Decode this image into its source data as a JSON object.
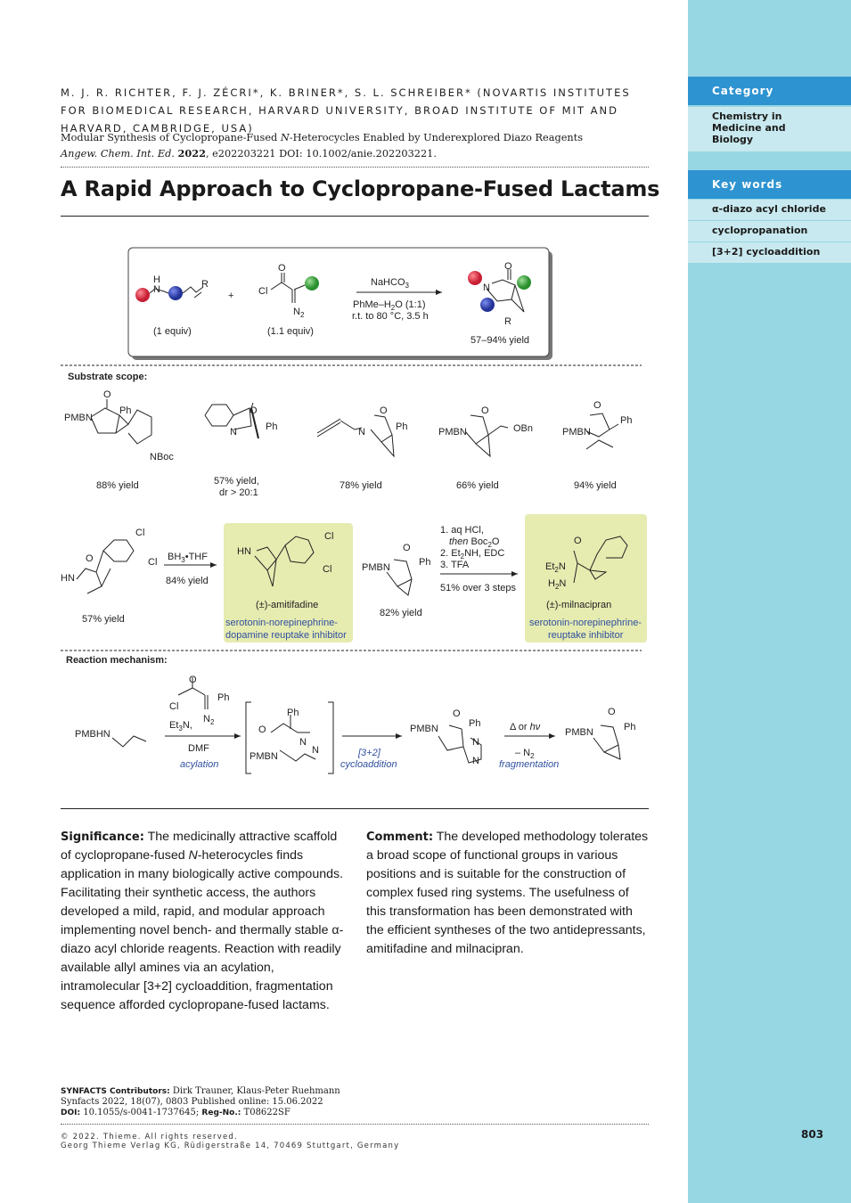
{
  "sidebar": {
    "category_heading": "Category",
    "category_value": [
      "Chemistry in",
      "Medicine and",
      "Biology"
    ],
    "keywords_heading": "Key words",
    "keywords": [
      "α-diazo acyl chloride",
      "cyclopropanation",
      "[3+2] cycloaddition"
    ]
  },
  "header": {
    "authors": "M. J. R. RICHTER, F. J. ZÉCRI*, K. BRINER*, S. L. SCHREIBER* (NOVARTIS INSTITUTES FOR BIOMEDICAL RESEARCH, HARVARD UNIVERSITY, BROAD INSTITUTE OF MIT AND HARVARD, CAMBRIDGE, USA)",
    "ref_title_pre": "Modular Synthesis of Cyclopropane-Fused ",
    "ref_title_italic": "N",
    "ref_title_post": "-Heterocycles Enabled by Underexplored Diazo Reagents",
    "journal": "Angew. Chem. Int. Ed.",
    "year": "2022",
    "citation": ", e202203221 DOI: 10.1002/anie.202203221."
  },
  "title": "A Rapid Approach to Cyclopropane-Fused Lactams",
  "scheme": {
    "general": {
      "reagent": "NaHCO",
      "reagent_sub": "3",
      "solvent": "PhMe–H",
      "solvent_sub": "2",
      "solvent_post": "O (1:1)",
      "temp": "r.t. to 80 °C, 3.5 h",
      "equiv1": "(1 equiv)",
      "equiv2": "(1.1 equiv)",
      "yield": "57–94% yield",
      "plus": "+",
      "cl": "Cl",
      "n2": "N",
      "n2_sub": "2",
      "r": "R",
      "h": "H",
      "n": "N",
      "o": "O"
    },
    "substrate_heading": "Substrate scope:",
    "products": [
      {
        "yield": "88% yield",
        "labels": [
          "PMBN",
          "Ph",
          "O",
          "NBoc"
        ]
      },
      {
        "yield": "57% yield,",
        "yield2": "dr > 20:1",
        "labels": [
          "N",
          "O",
          "Ph"
        ]
      },
      {
        "yield": "78% yield",
        "labels": [
          "N",
          "O",
          "Ph"
        ]
      },
      {
        "yield": "66% yield",
        "labels": [
          "PMBN",
          "O",
          "OBn"
        ]
      },
      {
        "yield": "94% yield",
        "labels": [
          "PMBN",
          "O",
          "Ph"
        ]
      }
    ],
    "amitifadine": {
      "start_yield": "57% yield",
      "reagent": "BH",
      "reagent_sub": "3",
      "reagent_post": "•THF",
      "step_yield": "84% yield",
      "name": "(±)-amitifadine",
      "desc1": "serotonin-norepinephrine-",
      "desc2": "dopamine reuptake inhibitor",
      "labels": [
        "Cl",
        "Cl",
        "HN",
        "O"
      ]
    },
    "milnacipran": {
      "start_yield": "82% yield",
      "step1": "1. aq HCl,",
      "step1b_italic": "then",
      "step1b": " Boc",
      "step1b_sub": "2",
      "step1b_post": "O",
      "step2": "2. Et",
      "step2_sub": "2",
      "step2_post": "NH, EDC",
      "step3": "3. TFA",
      "overall": "51% over 3 steps",
      "name": "(±)-milnacipran",
      "desc1": "serotonin-norepinephrine-",
      "desc2": "reuptake inhibitor",
      "labels": [
        "PMBN",
        "O",
        "Ph",
        "Et",
        "H"
      ]
    },
    "mechanism_heading": "Reaction mechanism:",
    "mechanism": {
      "start": "PMBHN",
      "reagent": "Et",
      "reagent_sub": "3",
      "reagent_post": "N,",
      "solvent": "DMF",
      "step1": "acylation",
      "step2a": "[3+2]",
      "step2b": "cycloaddition",
      "cond3": "Δ or ",
      "cond3_italic": "hν",
      "cond3b": "– N",
      "cond3b_sub": "2",
      "step3": "fragmentation",
      "labels": [
        "PMBN",
        "Ph",
        "O",
        "Cl",
        "N"
      ]
    },
    "colors": {
      "red": "#d6283c",
      "blue": "#2f3fa8",
      "green": "#38a83c",
      "highlight": "#e6ebb0",
      "blue_text": "#2f4f9f"
    }
  },
  "significance": {
    "label": "Significance:",
    "pre": " The medicinally attractive scaffold of cyclopropane-fused ",
    "italic": "N",
    "post": "-heterocycles finds application in many biologically active compounds. Facilitating their synthetic access, the authors developed a mild, rapid, and modular approach implementing novel bench- and thermally stable α-diazo acyl chloride reagents. Reaction with readily available allyl amines via an acylation, intramolecular [3+2] cycloaddition, fragmentation sequence afforded cyclopropane-fused lactams."
  },
  "comment": {
    "label": "Comment:",
    "text": " The developed methodology tolerates a broad scope of functional groups in various positions and is suitable for the construction of complex fused ring systems. The usefulness of this transformation has been demonstrated with the efficient syntheses of the two antidepressants, amitifadine and milnacipran."
  },
  "footer": {
    "contributors_label": "SYNFACTS Contributors:",
    "contributors": " Dirk Trauner, Klaus-Peter Ruehmann",
    "synfacts": "Synfacts  2022, 18(07), 0803    Published online: 15.06.2022",
    "doi_label": "DOI:",
    "doi": " 10.1055/s-0041-1737645; ",
    "reg_label": "Reg-No.:",
    "reg": " T08622SF",
    "copyright": "© 2022. Thieme. All rights reserved.",
    "publisher": "Georg Thieme Verlag KG, Rüdigerstraße 14, 70469 Stuttgart, Germany",
    "page": "803"
  }
}
